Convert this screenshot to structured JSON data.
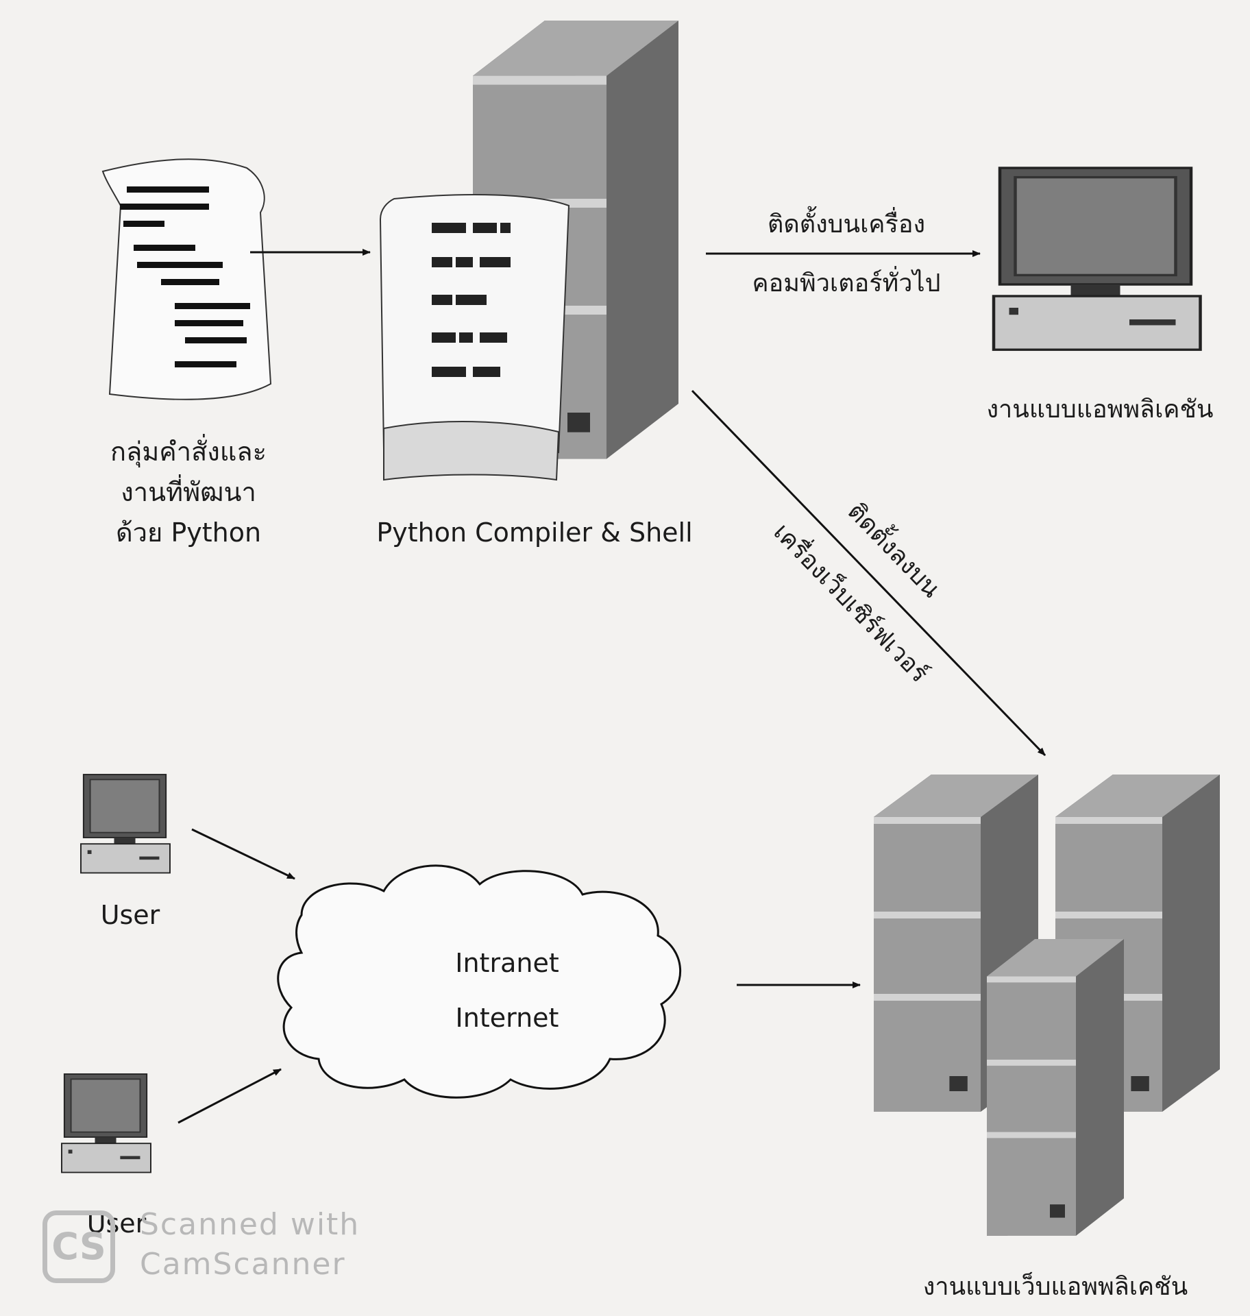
{
  "nodes": {
    "source_code": {
      "lines": [
        "กลุ่มคำสั่งและ",
        "งานที่พัฒนา",
        "ด้วย Python"
      ]
    },
    "compiler": {
      "label": "Python Compiler & Shell"
    },
    "desktop_app": {
      "label": "งานแบบแอพพลิเคชัน"
    },
    "web_app": {
      "label": "งานแบบเว็บแอพพลิเคชัน"
    },
    "user_top": {
      "label": "User"
    },
    "user_bottom": {
      "label": "User"
    },
    "network": {
      "line1": "Intranet",
      "line2": "Internet"
    }
  },
  "edges": {
    "install_desktop": {
      "line1": "ติดตั้งบนเครื่อง",
      "line2": "คอมพิวเตอร์ทั่วไป"
    },
    "install_server": {
      "line1": "ติดตั้งลงบน",
      "line2": "เครื่องเว็บเซิร์ฟเวอร์"
    }
  },
  "watermark": {
    "logo": "CS",
    "line1": "Scanned with",
    "line2": "CamScanner"
  }
}
